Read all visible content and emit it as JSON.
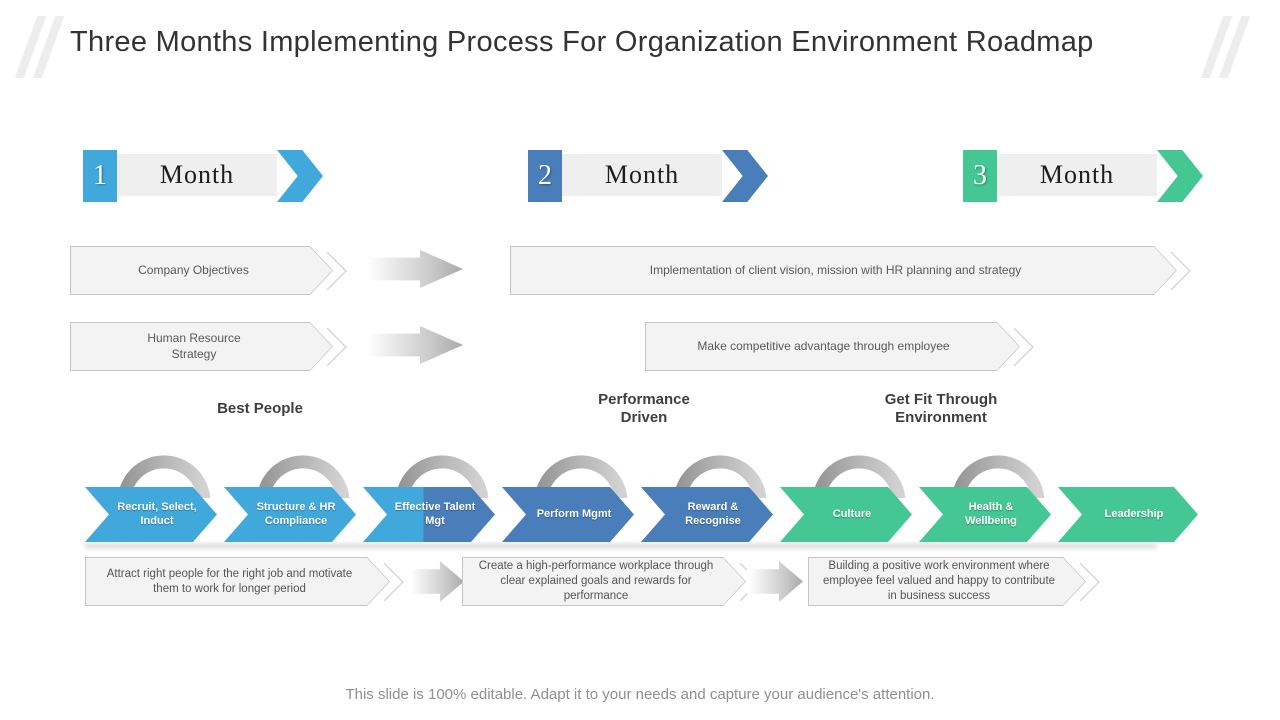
{
  "slide": {
    "title": "Three Months Implementing Process For Organization Environment Roadmap",
    "footer": "This slide is 100% editable. Adapt it to your needs and capture your audience's attention."
  },
  "colors": {
    "month1": "#41a8dc",
    "month2": "#4a7ebb",
    "month3": "#44c795",
    "step_backgrounds": [
      "#41a8dc",
      "#41a8dc",
      "linear-gradient(90deg,#41a8dc 0%,#41a8dc 46%,#4a7ebb 46%,#4a7ebb 100%)",
      "#4a7ebb",
      "#4a7ebb",
      "#44c795",
      "#44c795",
      "#44c795"
    ]
  },
  "months": [
    {
      "number": "1",
      "label": "Month"
    },
    {
      "number": "2",
      "label": "Month"
    },
    {
      "number": "3",
      "label": "Month"
    }
  ],
  "flow_boxes": {
    "company_objectives": "Company Objectives",
    "human_resource_strategy": "Human Resource Strategy",
    "implementation": "Implementation of client vision, mission with HR planning and strategy",
    "competitive_advantage": "Make competitive advantage through employee"
  },
  "phase_labels": [
    "Best People",
    "Performance Driven",
    "Get Fit Through Environment"
  ],
  "process_steps": [
    {
      "label": "Recruit, Select, Induct"
    },
    {
      "label": "Structure & HR Compliance"
    },
    {
      "label": "Effective Talent Mgt"
    },
    {
      "label": "Perform Mgmt"
    },
    {
      "label": "Reward & Recognise"
    },
    {
      "label": "Culture"
    },
    {
      "label": "Health & Wellbeing"
    },
    {
      "label": "Leadership"
    }
  ],
  "descriptions": [
    "Attract right people for the right job and motivate them to work for longer period",
    "Create a high-performance workplace through clear explained goals  and rewards for performance",
    "Building a positive work environment  where employee feel valued and happy to contribute in business success"
  ]
}
